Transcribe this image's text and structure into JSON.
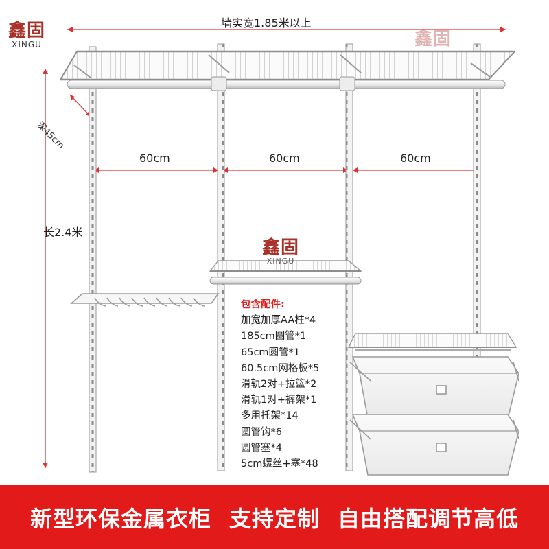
{
  "brand": {
    "name_cn": "鑫固",
    "name_en": "XINGU",
    "color": "#a8322a"
  },
  "dimensions": {
    "wall_width": "墙实宽1.85米以上",
    "depth": "深45cm",
    "height": "长2.4米",
    "section_widths": [
      "60cm",
      "60cm",
      "60cm"
    ]
  },
  "parts_list": {
    "heading": "包含配件:",
    "items": [
      "加宽加厚AA柱*4",
      "185cm圆管*1",
      "65cm圆管*1",
      "60.5cm网格板*5",
      "滑轨2对+拉篮*2",
      "滑轨1对+裤架*1",
      "多用托架*14",
      "圆管钩*6",
      "圆管塞*4",
      "5cm螺丝+塞*48"
    ]
  },
  "banner": {
    "segments": [
      "新型环保金属衣柜",
      "支持定制",
      "自由搭配调节高低"
    ],
    "background": "#e21a1a"
  },
  "colors": {
    "accent": "#e02020",
    "dimension_line": "#e03030"
  }
}
